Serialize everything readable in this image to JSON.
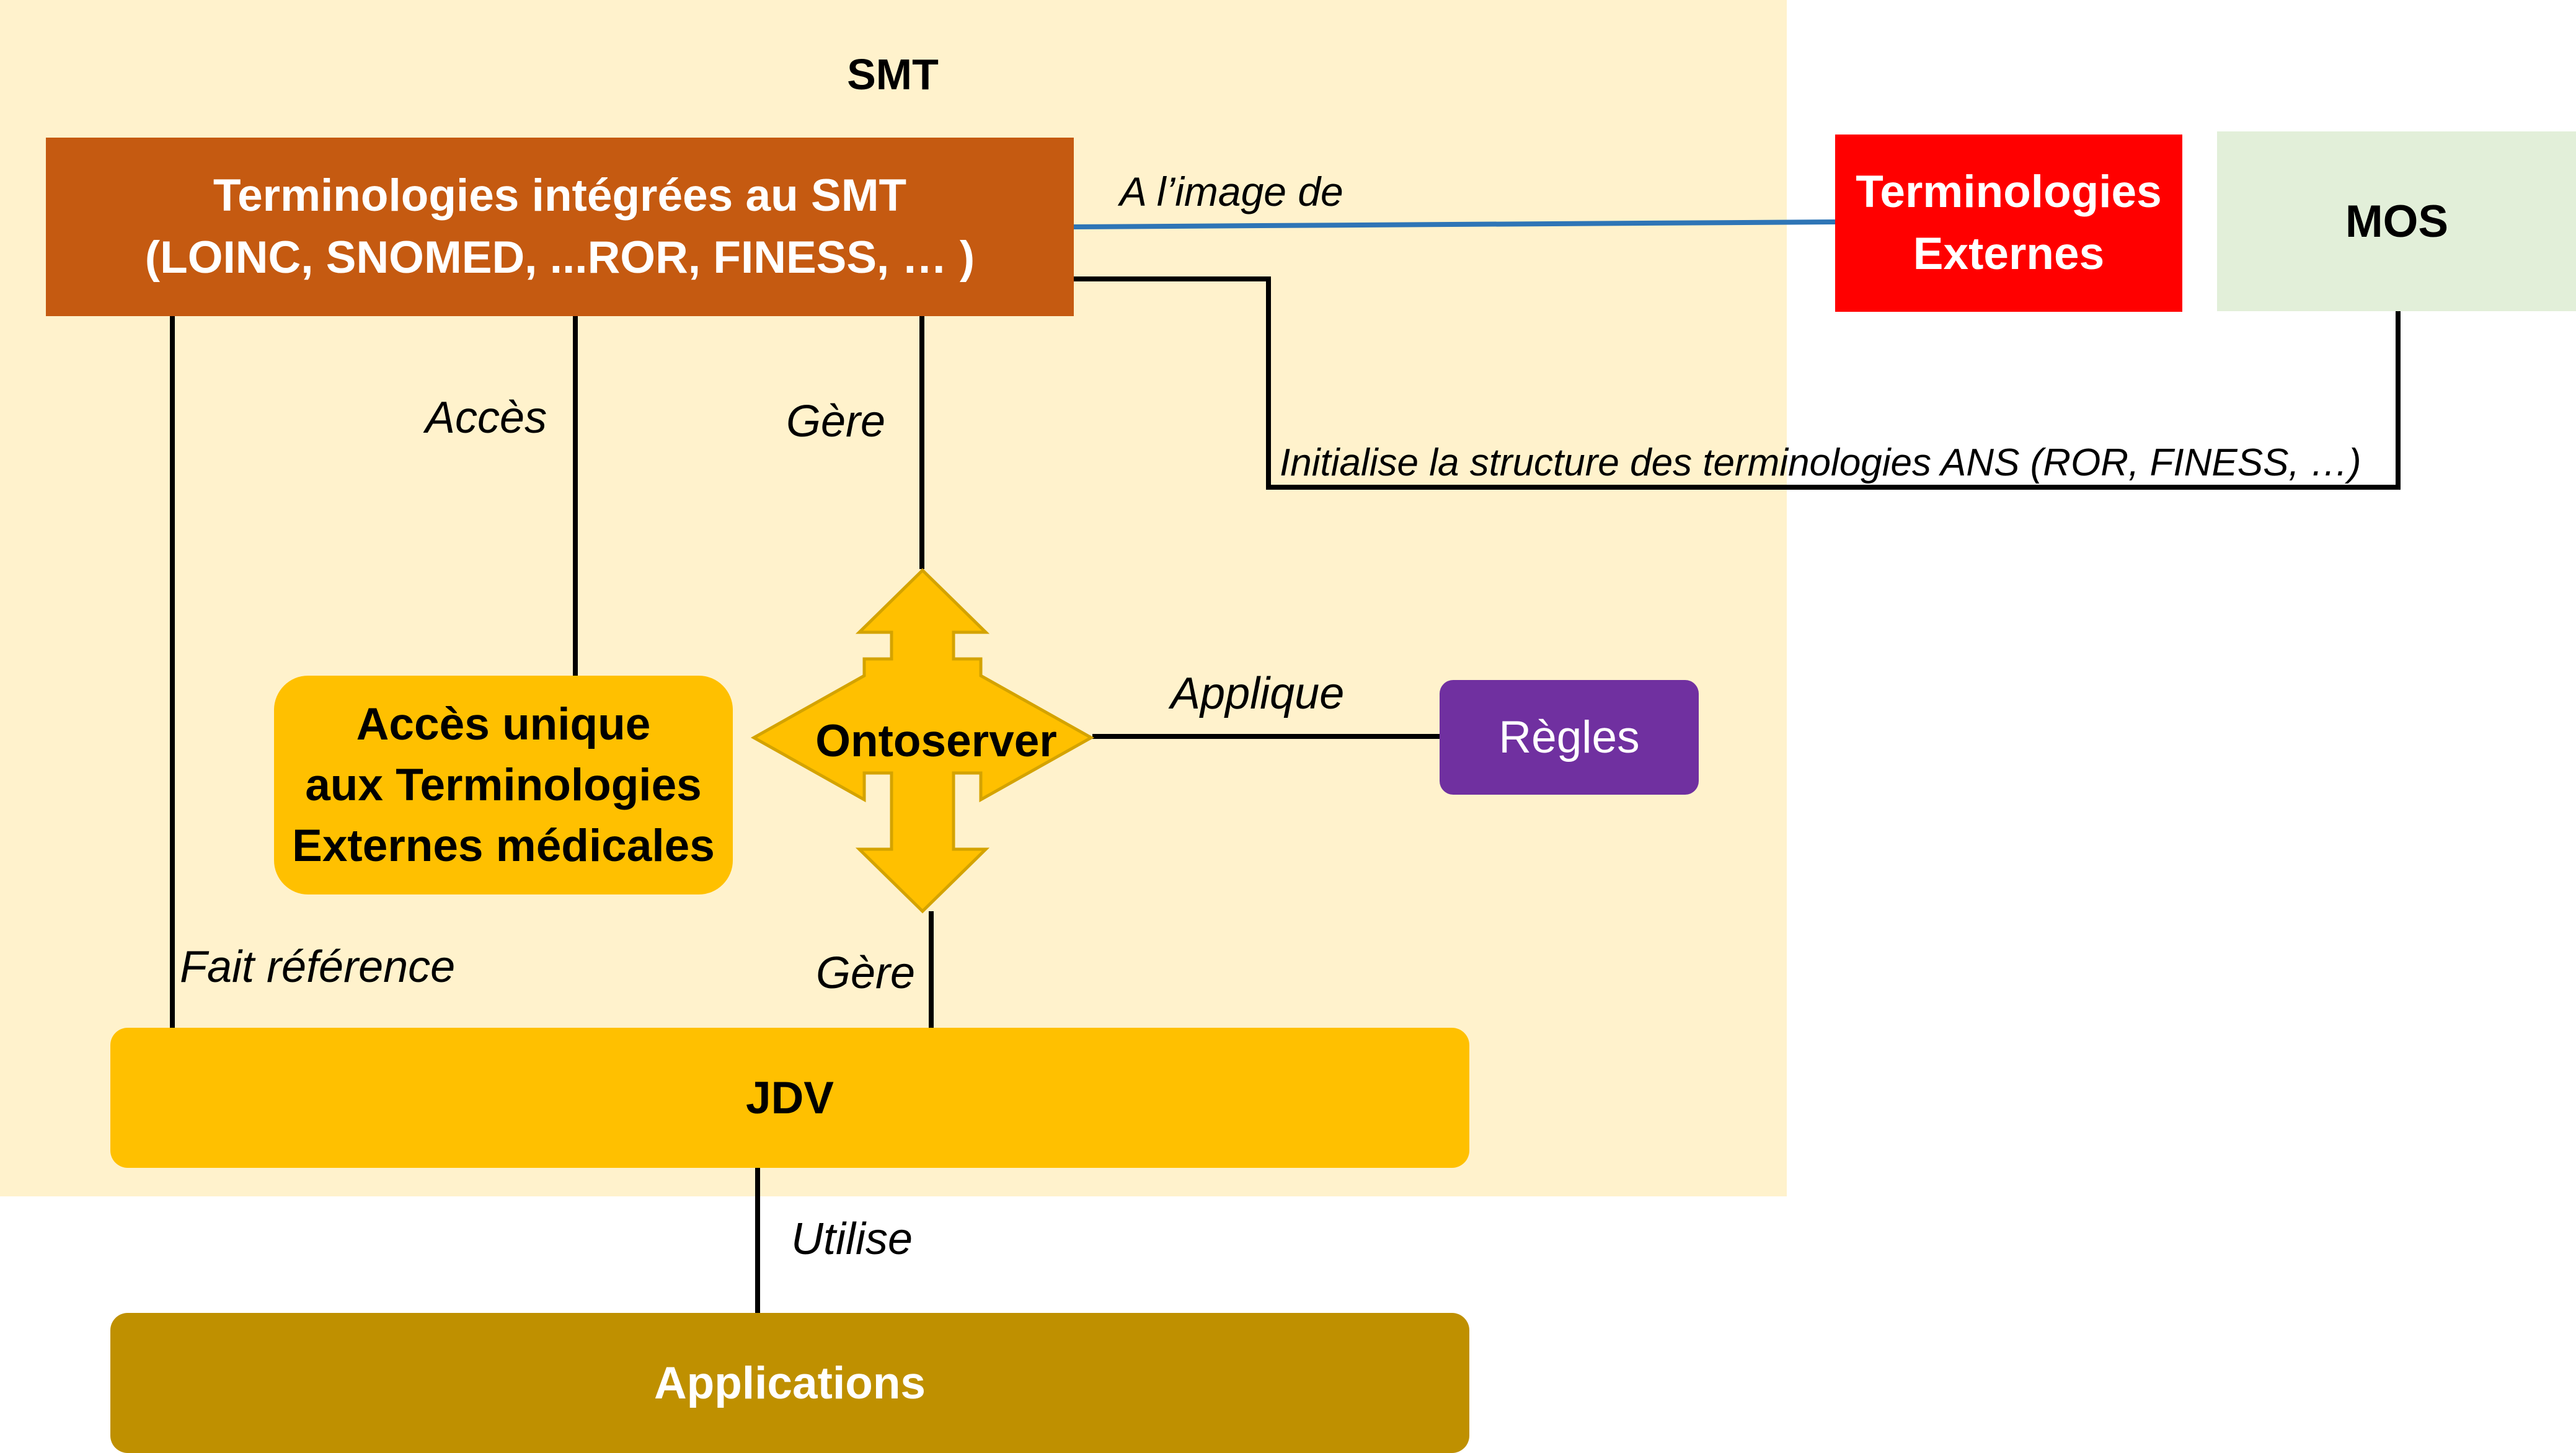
{
  "smt": {
    "title": "SMT"
  },
  "terminologies_integrees": {
    "line1": "Terminologies intégrées au SMT",
    "line2": "(LOINC, SNOMED, ...ROR, FINESS, … )"
  },
  "terminologies_externes": {
    "line1": "Terminologies",
    "line2": "Externes"
  },
  "mos": {
    "label": "MOS"
  },
  "acces_unique": {
    "line1": "Accès unique",
    "line2": "aux Terminologies",
    "line3": "Externes médicales"
  },
  "ontoserver": {
    "label": "Ontoserver"
  },
  "regles": {
    "label": "Règles"
  },
  "jdv": {
    "label": "JDV"
  },
  "applications": {
    "label": "Applications"
  },
  "edge_labels": {
    "a_limage_de": "A l’image de",
    "acces": "Accès",
    "gere_top": "Gère",
    "initialise": "Initialise la structure des terminologies ANS (ROR, FINESS, …)",
    "applique": "Applique",
    "fait_reference": "Fait référence",
    "gere_bottom": "Gère",
    "utilise": "Utilise"
  },
  "colors": {
    "smt_background": "#fff2cc",
    "terminologies_integrees": "#c55a11",
    "terminologies_externes": "#ff0000",
    "mos": "#e2efd9",
    "acces_unique": "#ffc000",
    "ontoserver": "#ffc000",
    "regles": "#7030a0",
    "jdv": "#ffc000",
    "applications": "#bf9000",
    "image_link": "#2e75b6"
  }
}
